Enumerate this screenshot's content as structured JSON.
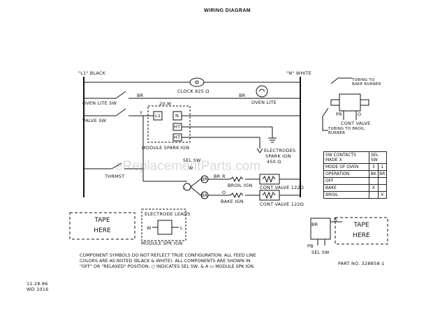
{
  "title": "WIRING DIAGRAM",
  "power": {
    "l1": "\"L1\" BLACK",
    "n": "\"N\" WHITE"
  },
  "rows": {
    "oven_lite_sw": "OVEN LITE SW",
    "valve_sw": "VALVE SW",
    "thrmst": "THRMST",
    "sel_sw": "SEL SW",
    "module_spark_ign": "MODULE SPARK IGN"
  },
  "wires": {
    "br1": "BR",
    "br2": "BR",
    "y": "Y",
    "w": "W",
    "br3": "BR",
    "r": "R",
    "o": "O"
  },
  "components": {
    "clock": "CLOCK 825 Ω",
    "oven_lite": "OVEN LITE",
    "twenty_m": "20-M",
    "electrodes": "ELECTRODES",
    "spark_ign": "SPARK IGN",
    "spark_ign_ohms": "450 Ω",
    "broil_ign": "BROIL IGN",
    "bake_ign": "BAKE IGN",
    "cont_valve_1": "CONT VALVE 122Ω",
    "cont_valve_2": "CONT VALVE 122Ω"
  },
  "terminals": {
    "l1": "L1",
    "n": "N",
    "ht1": "HT",
    "ht2": "HT",
    "br": "BR",
    "ba": "BA",
    "one": "1"
  },
  "valve_detail": {
    "top": "TUBING TO BAKE BURNER",
    "bottom": "TUBING TO BROIL BURNER",
    "pr": "PR",
    "o": "O",
    "label": "CONT VALVE"
  },
  "tape_left": [
    "TAPE",
    "HERE"
  ],
  "tape_right": [
    "TAPE",
    "HERE"
  ],
  "electrode_leads": {
    "title": "ELECTRODE LEADS",
    "w": "W",
    "l": "L",
    "caption": "MODULE SPK IGN"
  },
  "sel_sw_detail": {
    "pb": "PB",
    "br": "BR",
    "label": "SEL SW",
    "r": "R"
  },
  "switch_table": {
    "header": [
      "SW CONTACTS MADE X",
      "SEL SW"
    ],
    "rows": [
      [
        "MODE OF OVEN",
        "3",
        "1"
      ],
      [
        "OPERATION",
        "BK",
        "BR"
      ],
      [
        "OFF",
        "",
        ""
      ],
      [
        "BAKE",
        "X",
        ""
      ],
      [
        "BROIL",
        "",
        "X"
      ]
    ]
  },
  "notes": [
    "COMPONENT SYMBOLS DO NOT REFLECT TRUE CONFIGURATION. ALL FEED LINE",
    "COLORS ARE AS NOTED (BLACK & WHITE). ALL COMPONENTS ARE SHOWN IN",
    "\"OFF\" OR \"RELAXED\" POSITION. ○ INDICATES SEL SW, & A ▭ MODULE SPK IGN."
  ],
  "part_no": "PART NO. 328858-1",
  "date": "11.28.86",
  "wd": "WD 1016",
  "watermark": "eReplacementParts.com"
}
